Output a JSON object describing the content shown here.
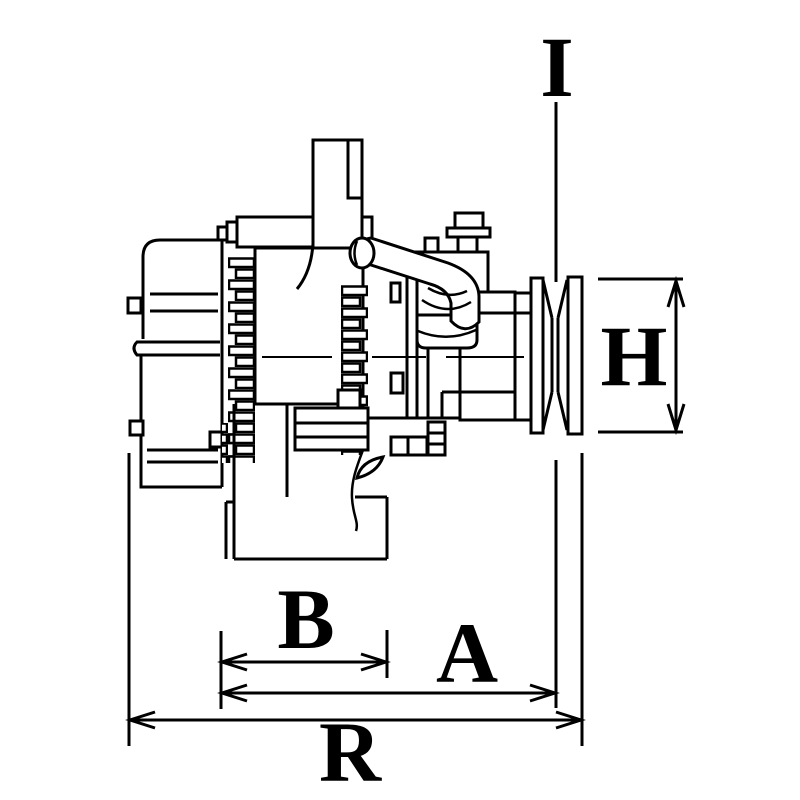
{
  "page": {
    "background_color": "#ffffff"
  },
  "drawing": {
    "ink_color": "#000000",
    "subject": "alternator-side-view-with-v-belt-pulley",
    "labels": {
      "i": "I",
      "h": "H",
      "b": "B",
      "a": "A",
      "r": "R"
    }
  }
}
